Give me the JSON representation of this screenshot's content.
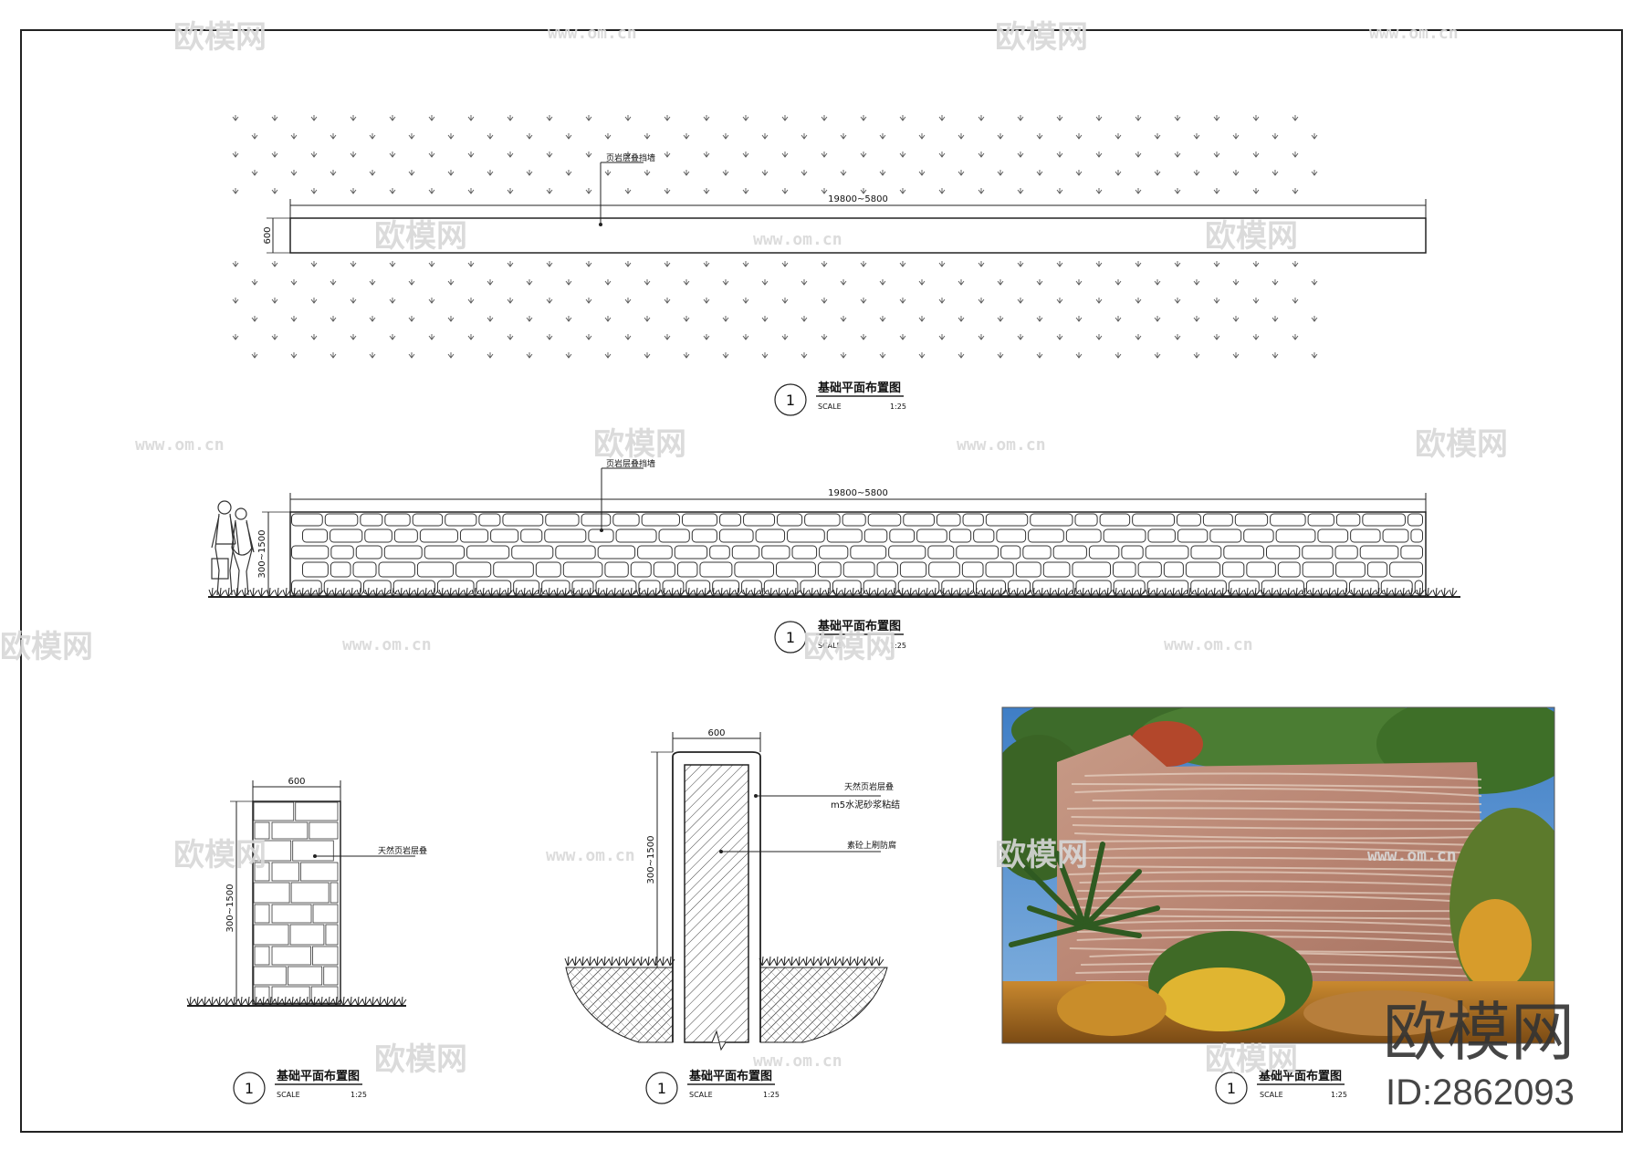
{
  "plan_view": {
    "leader_label": "页岩层叠挡墙",
    "length_dim": "19800~5800",
    "width_dim": "600",
    "title": "基础平面布置图",
    "number": "1",
    "scale_label": "SCALE",
    "scale_value": "1:25"
  },
  "elevation_view": {
    "leader_label": "页岩层叠挡墙",
    "length_dim": "19800~5800",
    "height_dim": "300~1500",
    "title": "基础平面布置图",
    "number": "1",
    "scale_label": "SCALE",
    "scale_value": "1:25"
  },
  "side_elevation": {
    "width_dim": "600",
    "height_dim": "300~1500",
    "leader_label": "天然页岩层叠",
    "title": "基础平面布置图",
    "number": "1",
    "scale_label": "SCALE",
    "scale_value": "1:25"
  },
  "section_view": {
    "width_dim": "600",
    "height_dim": "300~1500",
    "leader_1": "天然页岩层叠",
    "leader_2": "m5水泥砂浆粘结",
    "leader_3": "素砼上刷防腐",
    "title": "基础平面布置图",
    "number": "1",
    "scale_label": "SCALE",
    "scale_value": "1:25"
  },
  "photo_panel": {
    "title": "基础平面布置图",
    "number": "1",
    "scale_label": "SCALE",
    "scale_value": "1:25"
  },
  "watermark": {
    "brand": "欧模网",
    "url": "www.om.cn",
    "corner_brand": "欧模网",
    "corner_id": "ID:2862093"
  }
}
